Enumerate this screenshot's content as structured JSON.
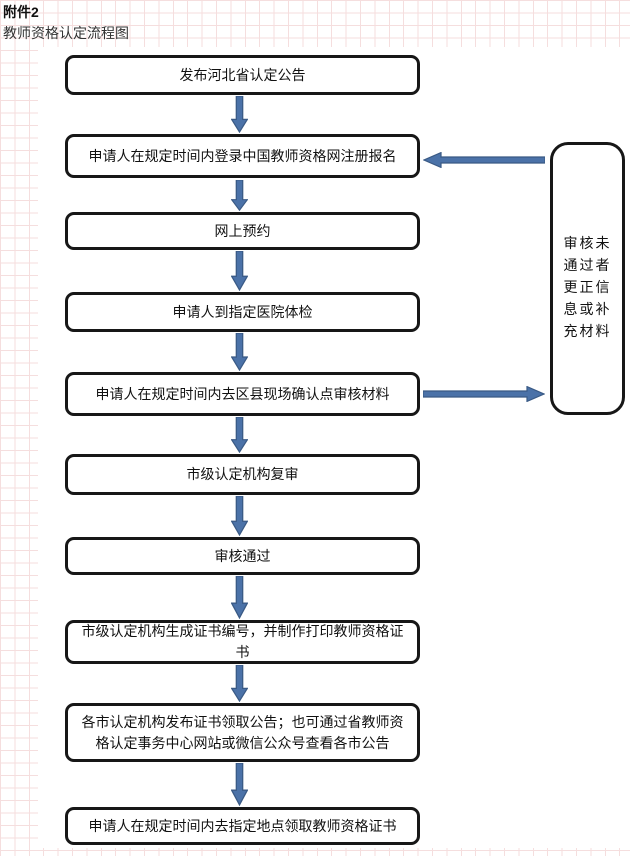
{
  "header": {
    "attachment_label": "附件2",
    "title": "教师资格认定流程图"
  },
  "flowchart": {
    "steps": [
      {
        "label": "发布河北省认定公告"
      },
      {
        "label": "申请人在规定时间内登录中国教师资格网注册报名"
      },
      {
        "label": "网上预约"
      },
      {
        "label": "申请人到指定医院体检"
      },
      {
        "label": "申请人在规定时间内去区县现场确认点审核材料"
      },
      {
        "label": "市级认定机构复审"
      },
      {
        "label": "审核通过"
      },
      {
        "label": "市级认定机构生成证书编号，并制作打印教师资格证书"
      },
      {
        "label": "各市认定机构发布证书领取公告；也可通过省教师资格认定事务中心网站或微信公众号查看各市公告"
      },
      {
        "label": "申请人在规定时间内去指定地点领取教师资格证书"
      }
    ],
    "side_note": {
      "lines": [
        "审核未",
        "通过者",
        "更正信",
        "息或补",
        "充材料"
      ]
    }
  },
  "theme": {
    "arrow_fill": "#4b72a8",
    "arrow_stroke": "#3a5a85",
    "box_border": "#171717",
    "grid_line": "#f5dede",
    "text_color": "#1a1a1a"
  }
}
